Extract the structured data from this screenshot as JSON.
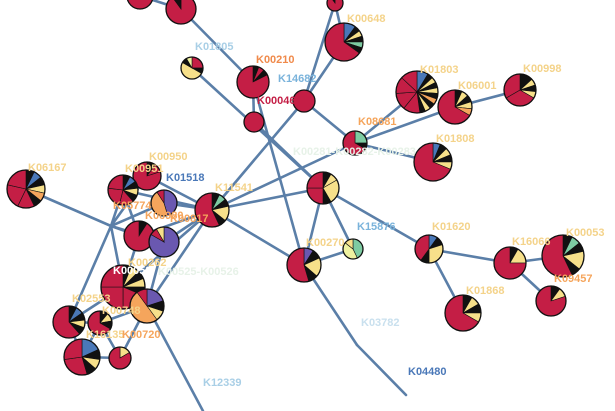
{
  "colors": {
    "edge": "#5b7fa8",
    "C": "#c41e45",
    "K": "#111111",
    "Y": "#f7e08a",
    "O": "#f5a55c",
    "P": "#6a58b0",
    "B": "#4a78b8",
    "G": "#7dcba2",
    "L": "#eef1a0"
  },
  "nodes": [
    {
      "id": "n0",
      "label": "",
      "pie": [
        [
          9,
          "C"
        ],
        [
          1,
          "K"
        ]
      ]
    },
    {
      "id": "n1",
      "label": "",
      "pie": [
        [
          9,
          "C"
        ],
        [
          1,
          "K"
        ]
      ]
    },
    {
      "id": "n2",
      "label": "",
      "pie": [
        [
          9,
          "C"
        ],
        [
          1,
          "K"
        ]
      ]
    },
    {
      "id": "K00648",
      "label": "K00648",
      "labelColor": "#f4d38a",
      "pie": [
        [
          2,
          "B"
        ],
        [
          1,
          "K"
        ],
        [
          1,
          "Y"
        ],
        [
          1,
          "K"
        ],
        [
          1,
          "G"
        ],
        [
          1,
          "K"
        ],
        [
          13,
          "C"
        ]
      ]
    },
    {
      "id": "K01805",
      "label": "K01805",
      "labelColor": "#a9cfe6",
      "pie": [
        [
          3,
          "C"
        ],
        [
          1,
          "K"
        ],
        [
          6,
          "Y"
        ],
        [
          1,
          "K"
        ],
        [
          1,
          "L"
        ]
      ]
    },
    {
      "id": "K00210",
      "label": "K00210",
      "labelColor": "#f08a4b",
      "pie": [
        [
          1,
          "K"
        ],
        [
          1,
          "C"
        ],
        [
          1,
          "K"
        ],
        [
          14,
          "C"
        ]
      ]
    },
    {
      "id": "K14682",
      "label": "K14682",
      "labelColor": "#7ab3db",
      "pie": [
        [
          1,
          "C"
        ]
      ]
    },
    {
      "id": "K00046",
      "label": "K00046",
      "labelColor": "#c41e45",
      "pie": [
        [
          1,
          "C"
        ]
      ]
    },
    {
      "id": "K01803",
      "label": "K01803",
      "labelColor": "#f4d38a",
      "pie": [
        [
          2,
          "B"
        ],
        [
          1,
          "K"
        ],
        [
          1,
          "Y"
        ],
        [
          1,
          "K"
        ],
        [
          1,
          "Y"
        ],
        [
          1,
          "K"
        ],
        [
          1,
          "O"
        ],
        [
          1,
          "K"
        ],
        [
          1,
          "Y"
        ],
        [
          1,
          "K"
        ],
        [
          3,
          "C"
        ],
        [
          3,
          "C"
        ],
        [
          3,
          "C"
        ],
        [
          3,
          "C"
        ]
      ]
    },
    {
      "id": "K06001",
      "label": "K06001",
      "labelColor": "#f4d38a",
      "pie": [
        [
          1,
          "K"
        ],
        [
          1,
          "Y"
        ],
        [
          1,
          "K"
        ],
        [
          1,
          "Y"
        ],
        [
          1,
          "O"
        ],
        [
          10,
          "C"
        ]
      ]
    },
    {
      "id": "K00998",
      "label": "K00998",
      "labelColor": "#f4d38a",
      "pie": [
        [
          2,
          "K"
        ],
        [
          1,
          "Y"
        ],
        [
          1,
          "K"
        ],
        [
          1,
          "Y"
        ],
        [
          5,
          "C"
        ],
        [
          5,
          "C"
        ]
      ]
    },
    {
      "id": "K08681",
      "label": "K08681",
      "labelColor": "#f5a55c",
      "pie": [
        [
          3,
          "G"
        ],
        [
          1,
          "K"
        ],
        [
          8,
          "C"
        ]
      ]
    },
    {
      "id": "K01808",
      "label": "K01808",
      "labelColor": "#f4d38a",
      "pie": [
        [
          1,
          "B"
        ],
        [
          1,
          "K"
        ],
        [
          1,
          "Y"
        ],
        [
          1,
          "K"
        ],
        [
          1,
          "Y"
        ],
        [
          11,
          "C"
        ]
      ]
    },
    {
      "id": "K00281",
      "label": "K00281-K00282-K00283",
      "labelColor": "#e7f2e8",
      "pie": []
    },
    {
      "id": "n15",
      "label": "",
      "pie": [
        [
          1,
          "K"
        ],
        [
          1,
          "Y"
        ],
        [
          3,
          "Y"
        ],
        [
          1,
          "K"
        ],
        [
          3,
          "C"
        ],
        [
          3,
          "C"
        ]
      ]
    },
    {
      "id": "K06167",
      "label": "K06167",
      "labelColor": "#f4d38a",
      "pie": [
        [
          1,
          "K"
        ],
        [
          1,
          "B"
        ],
        [
          1,
          "K"
        ],
        [
          1,
          "Y"
        ],
        [
          1,
          "O"
        ],
        [
          1,
          "K"
        ],
        [
          2,
          "C"
        ],
        [
          3,
          "C"
        ],
        [
          3,
          "C"
        ]
      ]
    },
    {
      "id": "K00950",
      "label": "K00950",
      "labelColor": "#f4d38a",
      "pie": []
    },
    {
      "id": "K00951",
      "label": "K00951",
      "labelColor": "#f4d38a",
      "pie": [
        [
          1,
          "K"
        ],
        [
          1,
          "C"
        ],
        [
          8,
          "C"
        ]
      ]
    },
    {
      "id": "K05774",
      "label": "K05774",
      "labelColor": "#f5a55c",
      "pie": [
        [
          1,
          "K"
        ],
        [
          1,
          "B"
        ],
        [
          1,
          "K"
        ],
        [
          1,
          "Y"
        ],
        [
          1,
          "K"
        ],
        [
          2,
          "C"
        ],
        [
          3,
          "C"
        ],
        [
          3,
          "C"
        ]
      ]
    },
    {
      "id": "K01518",
      "label": "K01518",
      "labelColor": "#4a78b8",
      "pie": [
        [
          5,
          "P"
        ],
        [
          5,
          "O"
        ],
        [
          1,
          "C"
        ]
      ]
    },
    {
      "id": "K06980",
      "label": "K06980",
      "labelColor": "#f5a55c",
      "pie": [
        [
          1,
          "K"
        ],
        [
          10,
          "C"
        ]
      ]
    },
    {
      "id": "K00817",
      "label": "K00817",
      "labelColor": "#f5a55c",
      "pie": [
        [
          10,
          "P"
        ],
        [
          1,
          "C"
        ],
        [
          1,
          "Y"
        ]
      ]
    },
    {
      "id": "K11541",
      "label": "K11541",
      "labelColor": "#f4d38a",
      "pie": [
        [
          1,
          "K"
        ],
        [
          1,
          "G"
        ],
        [
          1,
          "K"
        ],
        [
          2,
          "Y"
        ],
        [
          1,
          "K"
        ],
        [
          8,
          "C"
        ]
      ]
    },
    {
      "id": "K00052",
      "label": "K00052",
      "labelColor": "#ffffff",
      "pie": [
        [
          1,
          "K"
        ],
        [
          1,
          "Y"
        ],
        [
          1,
          "K"
        ],
        [
          1,
          "Y"
        ],
        [
          1,
          "K"
        ],
        [
          3,
          "C"
        ],
        [
          4,
          "C"
        ],
        [
          4,
          "C"
        ]
      ]
    },
    {
      "id": "K00262",
      "label": "K00262",
      "labelColor": "#f4d38a",
      "pie": []
    },
    {
      "id": "K00525",
      "label": "K00525-K00526",
      "labelColor": "#e7f2e8",
      "pie": []
    },
    {
      "id": "K02553",
      "label": "K02553",
      "labelColor": "#f4d38a",
      "pie": [
        [
          1,
          "K"
        ],
        [
          1,
          "B"
        ],
        [
          1,
          "K"
        ],
        [
          1,
          "Y"
        ],
        [
          1,
          "K"
        ],
        [
          8,
          "C"
        ]
      ]
    },
    {
      "id": "K00748",
      "label": "K00748",
      "labelColor": "#f4d38a",
      "pie": [
        [
          2,
          "P"
        ],
        [
          1,
          "K"
        ],
        [
          1,
          "Y"
        ],
        [
          5,
          "O"
        ],
        [
          1,
          "C"
        ]
      ]
    },
    {
      "id": "K16135",
      "label": "K16135",
      "labelColor": "#f4d38a",
      "pie": [
        [
          1,
          "K"
        ],
        [
          1,
          "Y"
        ],
        [
          1,
          "K"
        ],
        [
          6,
          "C"
        ]
      ]
    },
    {
      "id": "K00720",
      "label": "K00720",
      "labelColor": "#f5a55c",
      "pie": [
        [
          1,
          "Y"
        ],
        [
          5,
          "C"
        ]
      ]
    },
    {
      "id": "n30",
      "label": "",
      "pie": [
        [
          2,
          "B"
        ],
        [
          1,
          "K"
        ],
        [
          1,
          "Y"
        ],
        [
          1,
          "K"
        ],
        [
          3,
          "C"
        ],
        [
          3,
          "C"
        ]
      ]
    },
    {
      "id": "K12339",
      "label": "K12339",
      "labelColor": "#a9cfe6",
      "pie": []
    },
    {
      "id": "K00270",
      "label": "K00270",
      "labelColor": "#f4d38a",
      "pie": [
        [
          1,
          "P"
        ],
        [
          1,
          "K"
        ],
        [
          2,
          "Y"
        ],
        [
          1,
          "K"
        ],
        [
          6,
          "C"
        ]
      ]
    },
    {
      "id": "K15876",
      "label": "K15876",
      "labelColor": "#7ab3db",
      "pie": [
        [
          3,
          "G"
        ],
        [
          3,
          "L"
        ],
        [
          1,
          "Y"
        ]
      ]
    },
    {
      "id": "K01620",
      "label": "K01620",
      "labelColor": "#f4d38a",
      "pie": [
        [
          1,
          "B"
        ],
        [
          1,
          "K"
        ],
        [
          3,
          "Y"
        ],
        [
          1,
          "K"
        ],
        [
          4,
          "C"
        ]
      ]
    },
    {
      "id": "K01868",
      "label": "K01868",
      "labelColor": "#f4d38a",
      "pie": [
        [
          1,
          "K"
        ],
        [
          1,
          "Y"
        ],
        [
          1,
          "K"
        ],
        [
          1,
          "Y"
        ],
        [
          8,
          "C"
        ]
      ]
    },
    {
      "id": "K16066",
      "label": "K16066",
      "labelColor": "#f4d38a",
      "pie": [
        [
          1,
          "K"
        ],
        [
          2,
          "Y"
        ],
        [
          9,
          "C"
        ]
      ]
    },
    {
      "id": "K00053",
      "label": "K00053",
      "labelColor": "#f4d38a",
      "pie": [
        [
          1,
          "K"
        ],
        [
          1,
          "G"
        ],
        [
          1,
          "K"
        ],
        [
          2,
          "Y"
        ],
        [
          1,
          "K"
        ],
        [
          8,
          "C"
        ]
      ]
    },
    {
      "id": "K09457",
      "label": "K09457",
      "labelColor": "#f5a55c",
      "pie": [
        [
          1,
          "K"
        ],
        [
          1,
          "Y"
        ],
        [
          8,
          "C"
        ]
      ]
    },
    {
      "id": "K03782",
      "label": "K03782",
      "labelColor": "#c9e0ee",
      "pie": []
    },
    {
      "id": "K04480",
      "label": "K04480",
      "labelColor": "#4a78b8",
      "pie": []
    }
  ],
  "edges": [
    [
      "n0",
      "n1"
    ],
    [
      "n1",
      "K00210"
    ],
    [
      "n2",
      "K00648"
    ],
    [
      "n2",
      "K14682"
    ],
    [
      "K00648",
      "K14682"
    ],
    [
      "K01805",
      "n15"
    ],
    [
      "K00210",
      "K00046"
    ],
    [
      "K00210",
      "K00270"
    ],
    [
      "K00046",
      "n15"
    ],
    [
      "K14682",
      "K11541"
    ],
    [
      "K14682",
      "K08681"
    ],
    [
      "K08681",
      "K01803"
    ],
    [
      "K08681",
      "K06001"
    ],
    [
      "K06001",
      "K00998"
    ],
    [
      "K08681",
      "K01808"
    ],
    [
      "K08681",
      "K11541"
    ],
    [
      "K11541",
      "n15"
    ],
    [
      "n15",
      "K00270"
    ],
    [
      "n15",
      "K15876"
    ],
    [
      "n15",
      "K01620"
    ],
    [
      "K00270",
      "K15876"
    ],
    [
      "K11541",
      "K00270"
    ],
    [
      "K00270",
      "K03782"
    ],
    [
      "K03782",
      "K04480"
    ],
    [
      "K01620",
      "K16066"
    ],
    [
      "K01620",
      "K01868"
    ],
    [
      "K16066",
      "K00053"
    ],
    [
      "K16066",
      "K09457"
    ],
    [
      "K06167",
      "hub"
    ],
    [
      "K05774",
      "hub"
    ],
    [
      "K00951",
      "hub"
    ],
    [
      "K06980",
      "hub"
    ],
    [
      "K00052",
      "hub"
    ],
    [
      "K01518",
      "hub"
    ],
    [
      "K00817",
      "hub"
    ],
    [
      "K02553",
      "hub"
    ],
    [
      "K11541",
      "K01518"
    ],
    [
      "K11541",
      "K00951"
    ],
    [
      "K11541",
      "K06980"
    ],
    [
      "K11541",
      "K00817"
    ],
    [
      "K11541",
      "K00052"
    ],
    [
      "K11541",
      "K00748"
    ],
    [
      "K11541",
      "K05774"
    ],
    [
      "K05774",
      "K00951"
    ],
    [
      "K05774",
      "K06980"
    ],
    [
      "K06980",
      "K00052"
    ],
    [
      "K00817",
      "K00748"
    ],
    [
      "K00052",
      "K00748"
    ],
    [
      "K02553",
      "K00052"
    ],
    [
      "K02553",
      "K16135"
    ],
    [
      "K16135",
      "K00748"
    ],
    [
      "K16135",
      "n30"
    ],
    [
      "n30",
      "K00720"
    ],
    [
      "K00720",
      "K00748"
    ],
    [
      "n30",
      "K02553"
    ],
    [
      "K16135",
      "K00720"
    ],
    [
      "K00748",
      "K12339"
    ]
  ]
}
